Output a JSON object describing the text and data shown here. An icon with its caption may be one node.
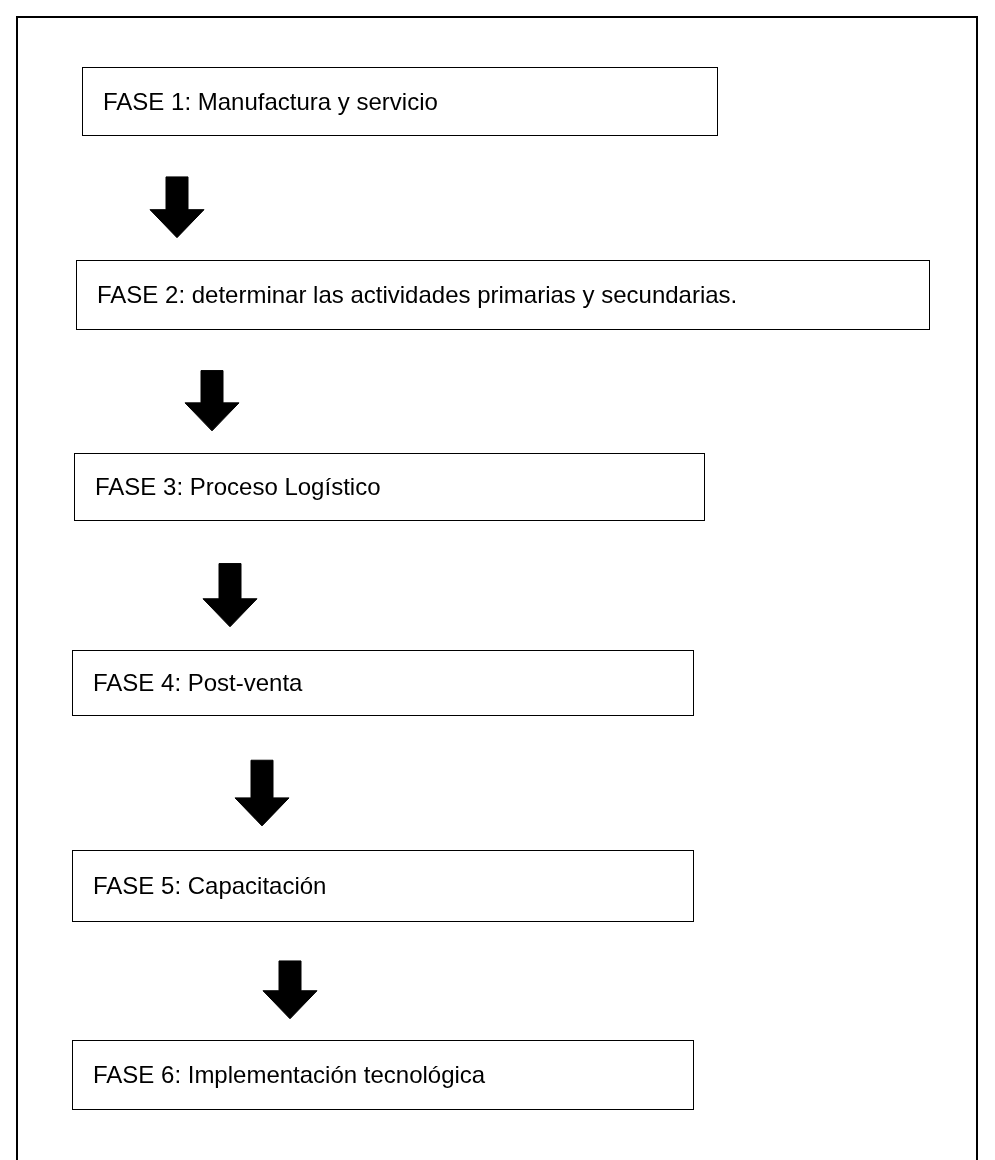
{
  "diagram": {
    "nodes": [
      {
        "text": [
          "FASE 1: Manufactura y servicio"
        ]
      },
      {
        "text": [
          "FASE 2: determinar las actividades primarias y secundarias."
        ]
      },
      {
        "text": [
          "FASE 3: Proceso Logístico"
        ]
      },
      {
        "text": [
          "FASE 4: Post-venta"
        ]
      },
      {
        "text": [
          "FASE 5: Capacitación"
        ]
      },
      {
        "text": [
          "FASE 6: Implementación tecnológica"
        ]
      }
    ],
    "edges": [
      {
        "from": 0,
        "to": 1,
        "arrow": "to"
      },
      {
        "from": 1,
        "to": 2,
        "arrow": "to"
      },
      {
        "from": 2,
        "to": 3,
        "arrow": "to"
      },
      {
        "from": 3,
        "to": 4,
        "arrow": "to"
      },
      {
        "from": 4,
        "to": 5,
        "arrow": "to"
      }
    ]
  }
}
